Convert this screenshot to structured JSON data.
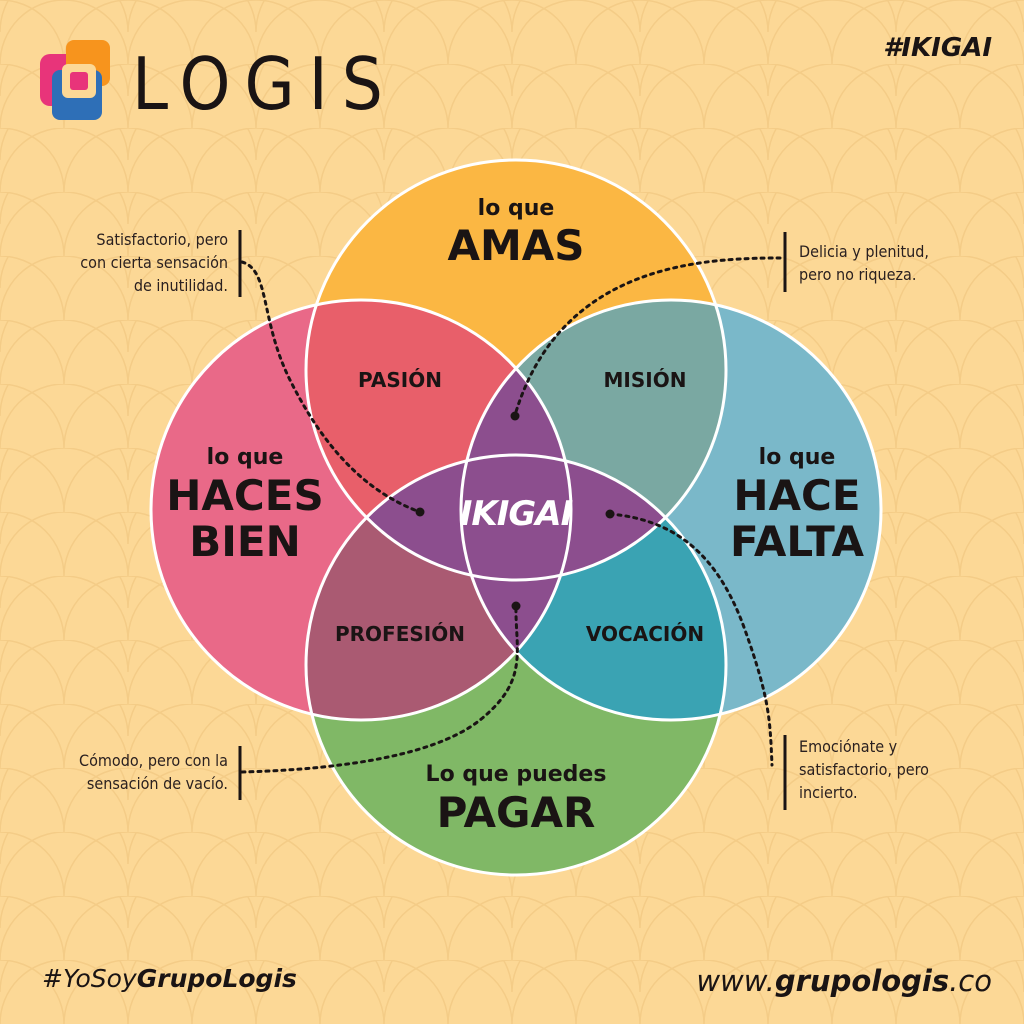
{
  "brand": {
    "name": "LOGIS",
    "hashtag_top": "#IKIGAI",
    "hashtag_bottom_prefix": "#YoSoy",
    "hashtag_bottom_bold": "GrupoLogis",
    "website_prefix": "www.",
    "website_bold": "grupologis",
    "website_suffix": ".co"
  },
  "colors": {
    "background": "#fcd896",
    "amas": "#fbb743",
    "haces_bien": "#e96988",
    "hace_falta": "#7ab8c9",
    "pagar": "#80b866",
    "pasion": "#e85f6a",
    "mision": "#7aa8a2",
    "profesion": "#aa5a72",
    "vocacion": "#3aa3b3",
    "ikigai": "#8c4e8e",
    "text_dark": "#1a1414"
  },
  "circles": {
    "amas": {
      "small": "lo que",
      "big": "AMAS"
    },
    "haces_bien": {
      "small": "lo que",
      "big_line1": "HACES",
      "big_line2": "BIEN"
    },
    "hace_falta": {
      "small": "lo que",
      "big_line1": "HACE",
      "big_line2": "FALTA"
    },
    "pagar": {
      "small": "Lo que puedes",
      "big": "PAGAR"
    }
  },
  "intersections": {
    "pasion": "PASIÓN",
    "mision": "MISIÓN",
    "profesion": "PROFESIÓN",
    "vocacion": "VOCACIÓN",
    "center": "IKIGAI"
  },
  "annotations": {
    "top_left": [
      "Satisfactorio, pero",
      "con cierta sensación",
      "de inutilidad."
    ],
    "top_right": [
      "Delicia y plenitud,",
      "pero no riqueza."
    ],
    "bottom_left": [
      "Cómodo, pero con la",
      "sensación de vacío."
    ],
    "bottom_right": [
      "Emociónate y",
      "satisfactorio, pero",
      "incierto."
    ]
  },
  "icons": {
    "logo": "logis-logo-icon"
  }
}
